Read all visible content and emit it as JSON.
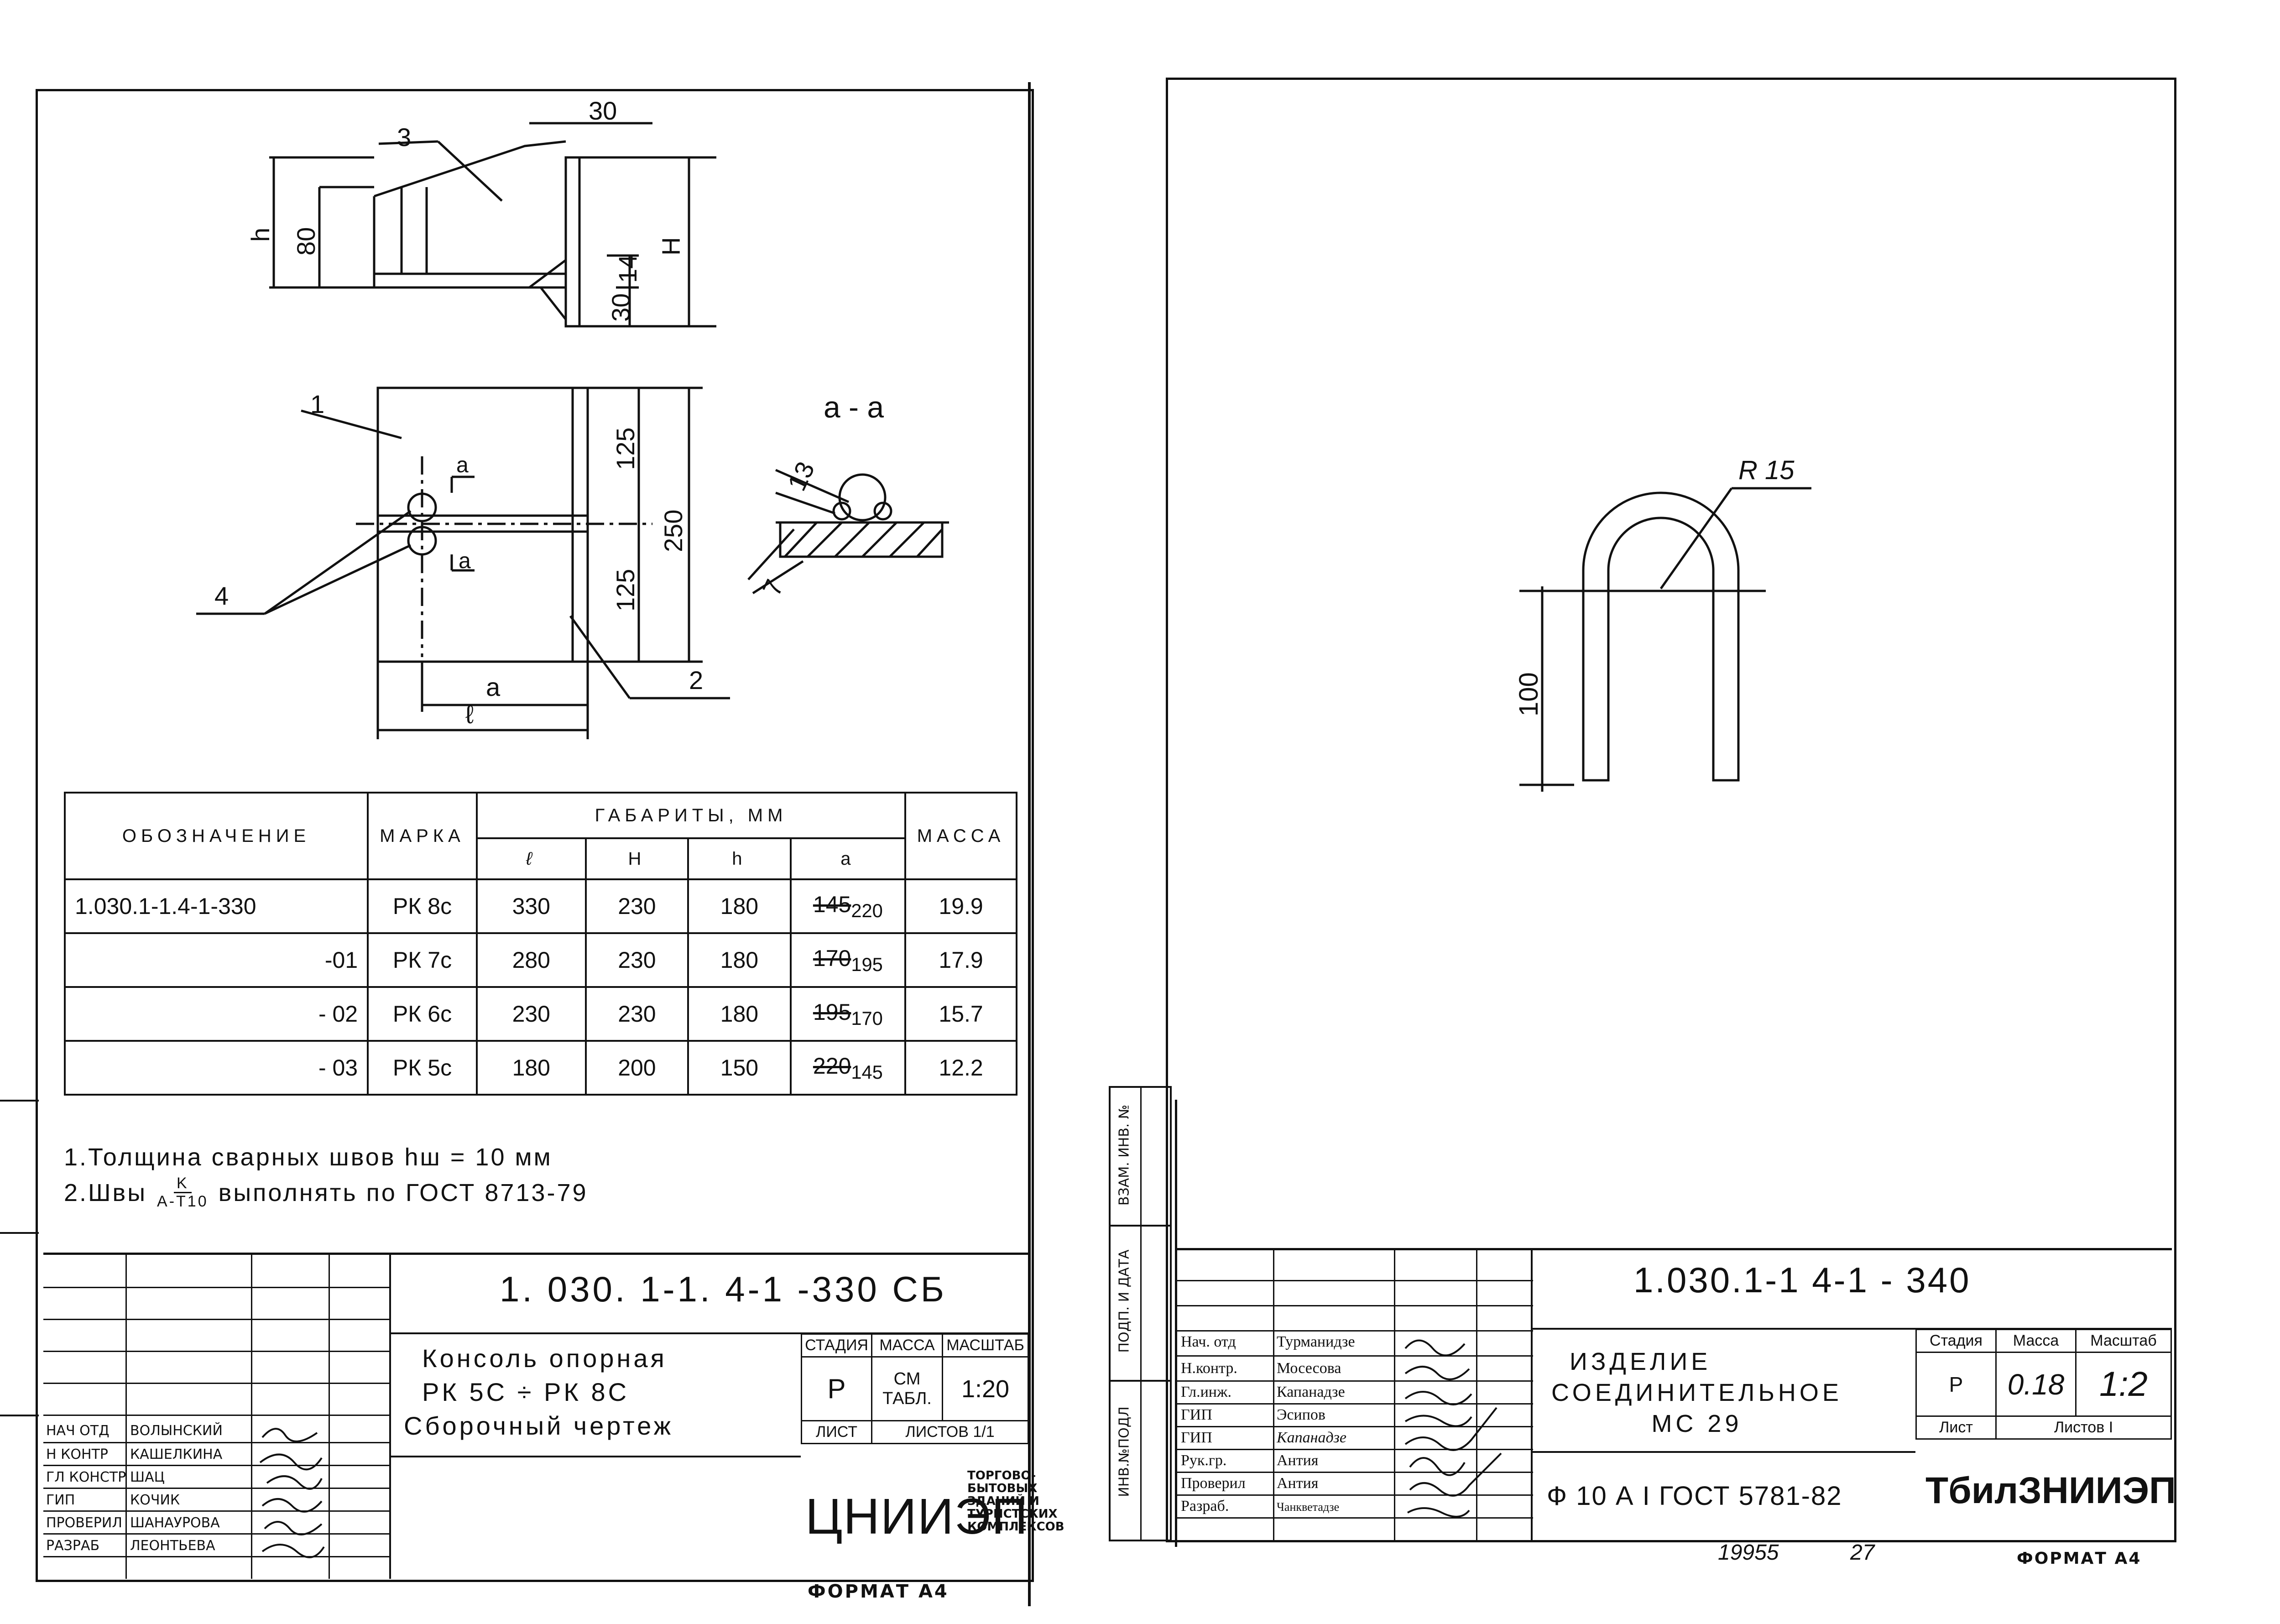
{
  "left_sheet": {
    "drawing": {
      "dims": {
        "d30": "30",
        "d80": "80",
        "dh": "h",
        "dH": "H",
        "d14": "14",
        "d30b": "30",
        "d125a": "125",
        "d125b": "125",
        "d250": "250",
        "da": "a",
        "dl": "ℓ",
        "d13": "13",
        "d7": "7"
      },
      "callouts": {
        "c1": "1",
        "c2": "2",
        "c3": "3",
        "c4": "4"
      },
      "section_label": "a - a",
      "section_mark_top": "a",
      "section_mark_bottom": "a"
    },
    "spec_table": {
      "headers": {
        "designation": "ОБОЗНАЧЕНИЕ",
        "mark": "МАРКА",
        "dimensions": "ГАБАРИТЫ, ММ",
        "l": "ℓ",
        "H": "H",
        "h": "h",
        "a": "a",
        "mass": "МАССА"
      },
      "rows": [
        {
          "designation": "1.030.1-1.4-1-330",
          "mark": "РК 8с",
          "l": "330",
          "H": "230",
          "h": "180",
          "a_old": "145",
          "a_new": "220",
          "mass": "19.9"
        },
        {
          "designation": "-01",
          "mark": "РК 7с",
          "l": "280",
          "H": "230",
          "h": "180",
          "a_old": "170",
          "a_new": "195",
          "mass": "17.9"
        },
        {
          "designation": "- 02",
          "mark": "РК 6с",
          "l": "230",
          "H": "230",
          "h": "180",
          "a_old": "195",
          "a_new": "170",
          "mass": "15.7"
        },
        {
          "designation": "- 03",
          "mark": "РК 5с",
          "l": "180",
          "H": "200",
          "h": "150",
          "a_old": "220",
          "a_new": "145",
          "mass": "12.2"
        }
      ]
    },
    "notes": {
      "n1": "1.Толщина сварных швов  hш = 10 мм",
      "n2_prefix": "2.Швы",
      "n2_frac_top": "K",
      "n2_frac_bottom": "A-T10",
      "n2_suffix": "выполнять  по ГОСТ 8713-79"
    },
    "title_block": {
      "code": "1. 030. 1-1. 4-1 -330 СБ",
      "title_lines": [
        "Консоль опорная",
        "РК 5С ÷ РК 8С",
        "Сборочный чертеж"
      ],
      "stage_label": "СТАДИЯ",
      "mass_label": "МАССА",
      "scale_label": "МАСШТАБ",
      "stage": "Р",
      "mass": "СМ ТАБЛ.",
      "scale": "1:20",
      "sheet_label": "ЛИСТ",
      "sheets_label": "ЛИСТОВ 1/1",
      "org": "ЦНИИЭП",
      "org_sub": [
        "ТОРГОВО-",
        "БЫТОВЫХ",
        "ЗДАНИЙ И",
        "ТУРИСТСКИХ",
        "КОМПЛЕКСОВ"
      ],
      "people": [
        {
          "role": "НАЧ ОТД",
          "name": "ВОЛЫНСКИЙ"
        },
        {
          "role": "Н КОНТР",
          "name": "КАШЕЛКИНА"
        },
        {
          "role": "ГЛ КОНСТР",
          "name": "ШАЦ"
        },
        {
          "role": "ГИП",
          "name": "КОЧИК"
        },
        {
          "role": "ПРОВЕРИЛ",
          "name": "ШАНАУРОВА"
        },
        {
          "role": "РАЗРАБ",
          "name": "ЛЕОНТЬЕВА"
        }
      ],
      "format": "ФОРМАТ А4"
    }
  },
  "right_sheet": {
    "drawing": {
      "radius": "R 15",
      "height": "100"
    },
    "side_labels": [
      "ИНВ.№ПОДЛ",
      "ПОДП. И ДАТА",
      "ВЗАМ. ИНВ. №"
    ],
    "title_block": {
      "code": "1.030.1-1  4-1  - 340",
      "title_lines": [
        "ИЗДЕЛИЕ",
        "СОЕДИНИТЕЛЬНОЕ",
        "МС 29"
      ],
      "material": "Ф 10 А I  ГОСТ 5781-82",
      "stage_label": "Стадия",
      "mass_label": "Масса",
      "scale_label": "Масштаб",
      "stage": "Р",
      "mass": "0.18",
      "scale": "1:2",
      "sheet_label": "Лист",
      "sheets_label": "Листов  I",
      "org": "ТбилЗНИИЭП",
      "people": [
        {
          "role": "Нач. отд",
          "name": "Турманидзе"
        },
        {
          "role": "Н.контр.",
          "name": "Мосесова"
        },
        {
          "role": "Гл.инж.",
          "name": "Капанадзе"
        },
        {
          "role": "ГИП",
          "name": "Эсипов"
        },
        {
          "role": "ГИП",
          "name": "Капанадзе"
        },
        {
          "role": "Рук.гр.",
          "name": "Антия"
        },
        {
          "role": "Проверил",
          "name": "Антия"
        },
        {
          "role": "Разраб.",
          "name": "Чанкветадзе"
        }
      ],
      "footer_num1": "19955",
      "footer_num2": "27",
      "format": "ФОРМАТ А4"
    }
  }
}
